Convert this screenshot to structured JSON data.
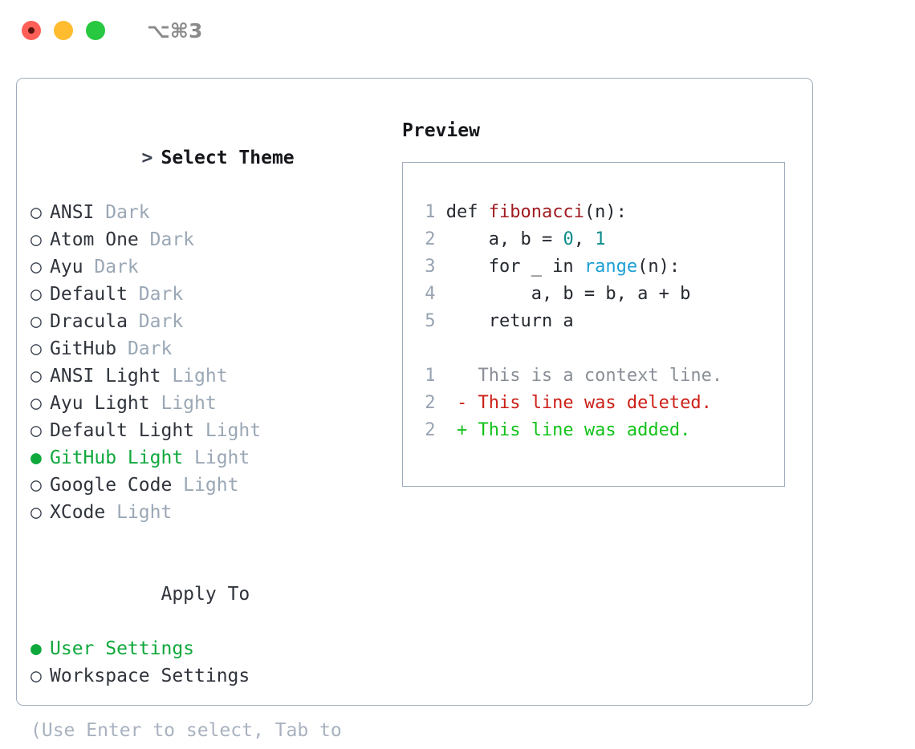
{
  "titlebar": {
    "shortcut": "⌥⌘3",
    "lights": [
      {
        "name": "close-button",
        "color": "#ff5f57",
        "dot": "#5c1410"
      },
      {
        "name": "minimize-button",
        "color": "#febc2e",
        "dot": ""
      },
      {
        "name": "maximize-button",
        "color": "#28c840",
        "dot": ""
      }
    ]
  },
  "theme_picker": {
    "heading_marker": ">",
    "heading": "Select Theme",
    "unselected_marker": "○",
    "selected_marker": "●",
    "items": [
      {
        "name": "ANSI",
        "variant": "Dark",
        "selected": false
      },
      {
        "name": "Atom One",
        "variant": "Dark",
        "selected": false
      },
      {
        "name": "Ayu",
        "variant": "Dark",
        "selected": false
      },
      {
        "name": "Default",
        "variant": "Dark",
        "selected": false
      },
      {
        "name": "Dracula",
        "variant": "Dark",
        "selected": false
      },
      {
        "name": "GitHub",
        "variant": "Dark",
        "selected": false
      },
      {
        "name": "ANSI Light",
        "variant": "Light",
        "selected": false
      },
      {
        "name": "Ayu Light",
        "variant": "Light",
        "selected": false
      },
      {
        "name": "Default Light",
        "variant": "Light",
        "selected": false
      },
      {
        "name": "GitHub Light",
        "variant": "Light",
        "selected": true
      },
      {
        "name": "Google Code",
        "variant": "Light",
        "selected": false
      },
      {
        "name": "XCode",
        "variant": "Light",
        "selected": false
      }
    ]
  },
  "apply_to": {
    "heading": "Apply To",
    "options": [
      {
        "name": "User Settings",
        "selected": true
      },
      {
        "name": "Workspace Settings",
        "selected": false
      }
    ]
  },
  "hint": "(Use Enter to select, Tab to change focus)",
  "preview": {
    "title": "Preview",
    "code_lines": [
      {
        "no": "1",
        "tokens": [
          {
            "t": "def ",
            "k": "plain"
          },
          {
            "t": "fibonacci",
            "k": "fn"
          },
          {
            "t": "(n):",
            "k": "plain"
          }
        ]
      },
      {
        "no": "2",
        "tokens": [
          {
            "t": "    a, b = ",
            "k": "plain"
          },
          {
            "t": "0",
            "k": "num"
          },
          {
            "t": ", ",
            "k": "plain"
          },
          {
            "t": "1",
            "k": "num"
          }
        ]
      },
      {
        "no": "3",
        "tokens": [
          {
            "t": "    for _ in ",
            "k": "plain"
          },
          {
            "t": "range",
            "k": "call"
          },
          {
            "t": "(n):",
            "k": "plain"
          }
        ]
      },
      {
        "no": "4",
        "tokens": [
          {
            "t": "        a, b = b, a + b",
            "k": "plain"
          }
        ]
      },
      {
        "no": "5",
        "tokens": [
          {
            "t": "    return a",
            "k": "plain"
          }
        ]
      }
    ],
    "diff_lines": [
      {
        "no": "1",
        "sign": " ",
        "text": " This is a context line.",
        "kind": "ctx"
      },
      {
        "no": "2",
        "sign": "-",
        "text": " This line was deleted.",
        "kind": "del"
      },
      {
        "no": "2",
        "sign": "+",
        "text": " This line was added.",
        "kind": "add"
      }
    ]
  },
  "colors": {
    "accent_green": "#0fa83c",
    "diff_add": "#12c21a",
    "diff_del": "#cc2018",
    "muted": "#9aa7b5",
    "border": "#9fadbd"
  }
}
